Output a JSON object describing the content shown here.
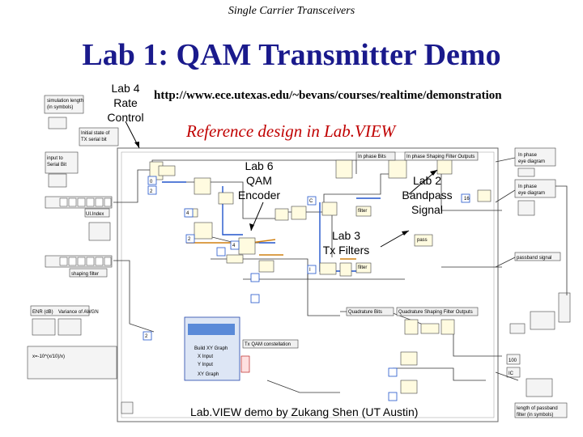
{
  "header": {
    "subtitle": "Single Carrier Transceivers"
  },
  "slide": {
    "title": "Lab 1: QAM Transmitter Demo",
    "url": "http://www.ece.utexas.edu/~bevans/courses/realtime/demonstration",
    "reference": "Reference design in Lab.VIEW",
    "credit": "Lab.VIEW demo by Zukang Shen (UT Austin)"
  },
  "callouts": {
    "lab4": [
      "Lab 4",
      "Rate",
      "Control"
    ],
    "lab6": [
      "Lab 6",
      "QAM",
      "Encoder"
    ],
    "lab2": [
      "Lab 2",
      "Bandpass",
      "Signal"
    ],
    "lab3": [
      "Lab 3",
      "Tx Filters"
    ]
  },
  "diagram": {
    "left_labels": [
      "simulation length",
      "(in symbols)",
      "Initial state of",
      "TX serial bit",
      "input to",
      "Serial Bit",
      "UI.Index",
      "shaping filter",
      "ENR (dB)",
      "Variance of AWGN"
    ],
    "right_labels": [
      "In phase",
      "eye diagram",
      "In phase",
      "eye diagram",
      "passband signal",
      "length of passband",
      "filter (in symbols)"
    ],
    "top_labels": [
      "In phase Bits",
      "In phase Shaping Filter Outputs"
    ],
    "mid_labels": [
      "Quadrature Bits",
      "Quadrature Shaping Filter Outputs",
      "Build XY Graph",
      "X Input",
      "Y Input",
      "XY Graph",
      "Tx QAM constellation"
    ],
    "formula": "x=-10^(x/10)/x)"
  }
}
